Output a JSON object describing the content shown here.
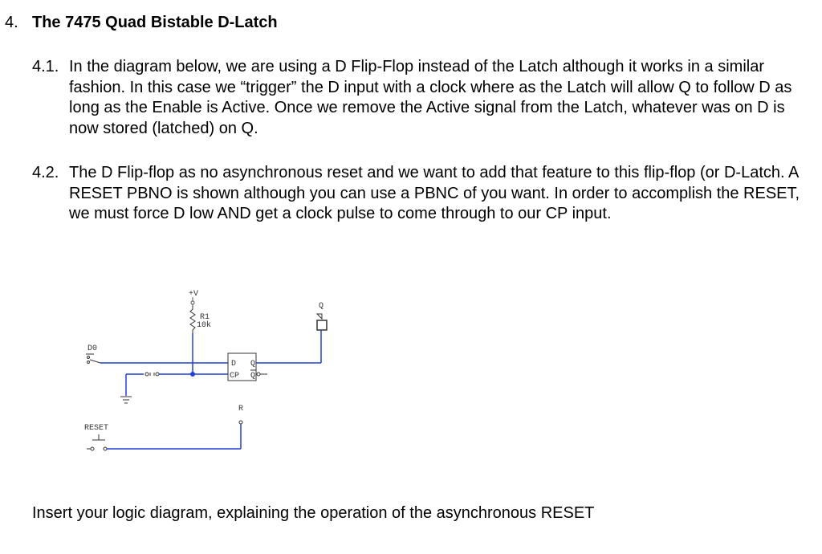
{
  "heading": {
    "number": "4.",
    "title": "The 7475 Quad Bistable D-Latch"
  },
  "items": [
    {
      "number": "4.1.",
      "text": "In the diagram below, we are using a D Flip-Flop instead of the Latch although it works in a similar fashion. In this case we “trigger” the D input with a clock where as the Latch will allow Q to follow D as long as the Enable is Active. Once we remove the Active signal from the Latch, whatever was on D is now stored (latched) on Q."
    },
    {
      "number": "4.2.",
      "text": "The D Flip-flop as no asynchronous reset and we want to add that feature to this flip-flop (or D-Latch. A RESET PBNO is shown although you can use a PBNC of you want. In order to accomplish the RESET, we must force D low AND get a clock pulse to come through to our CP input."
    }
  ],
  "circuit": {
    "vcc_label": "+V",
    "resistor_name": "R1",
    "resistor_value": "10k",
    "switch_label": "D0",
    "reset_label": "RESET",
    "ff_d_pin": "D",
    "ff_cp_pin": "CP",
    "ff_q_pin": "Q",
    "ff_qbar_pin": "Q",
    "ff_r_pin": "R",
    "probe_label": "Q",
    "wire_color": "#1f3fd6"
  },
  "footer": "Insert your logic diagram, explaining the operation of the asynchronous RESET"
}
